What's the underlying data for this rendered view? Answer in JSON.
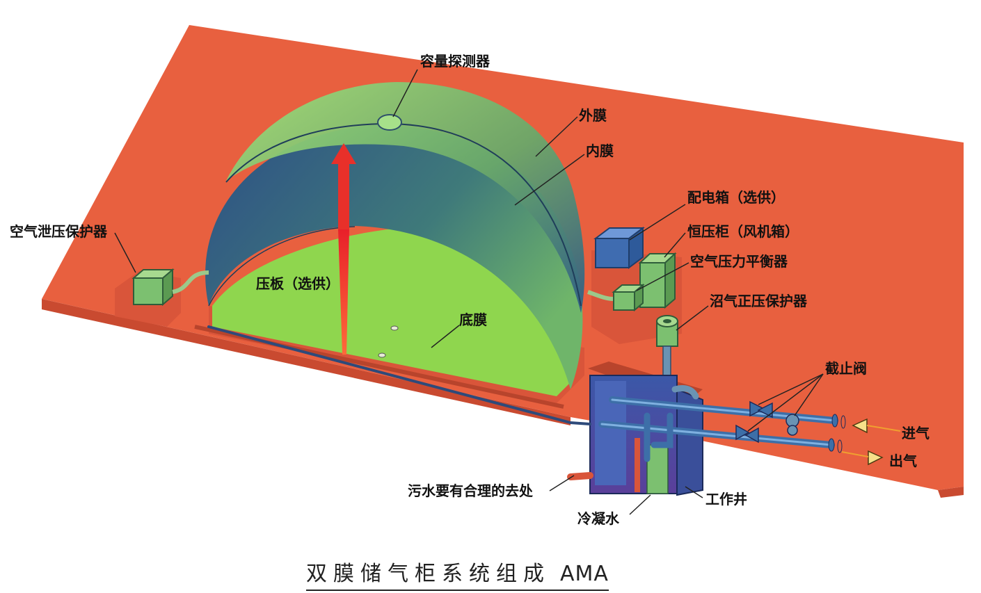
{
  "diagram": {
    "labels": {
      "capacity_detector": "容量探测器",
      "outer_membrane": "外膜",
      "inner_membrane": "内膜",
      "distribution_box": "配电箱（选供）",
      "constant_pressure_cabinet": "恒压柜（风机箱）",
      "air_pressure_balancer": "空气压力平衡器",
      "biogas_positive_pressure_protector": "沼气正压保护器",
      "shutoff_valve": "截止阀",
      "gas_inlet": "进气",
      "gas_outlet": "出气",
      "air_relief_protector": "空气泄压保护器",
      "pressure_plate": "压板（选供）",
      "bottom_membrane": "底膜",
      "sewage_disposal": "污水要有合理的去处",
      "work_well": "工作井",
      "condensate_water": "冷凝水"
    },
    "caption": {
      "title": "双膜储气柜系统组成",
      "suffix": "AMA"
    },
    "colors": {
      "foundation": "#e8603f",
      "foundation_edge": "#c94a30",
      "membrane_green": "#8ed36a",
      "membrane_blue": "#2f5d86",
      "bottom_green": "#8fd64e",
      "arrow_red": "#f03a2a",
      "pipe_blue": "#3d6fa8",
      "box_green": "#7cc070",
      "box_blue": "#3f6cb0"
    }
  }
}
